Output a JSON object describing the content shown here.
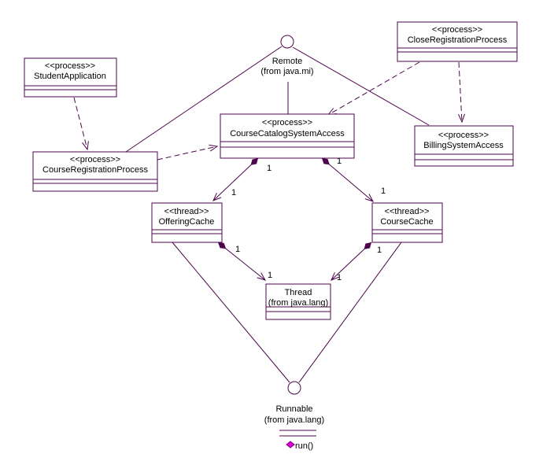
{
  "diagram": {
    "kind": "uml-process-view",
    "accent_color": "#4c054c",
    "operation_icon_color": "#dd00dd"
  },
  "nodes": [
    {
      "stereotype": "<<process>>",
      "name": "StudentApplication"
    },
    {
      "stereotype": "<<process>>",
      "name": "CourseRegistrationProcess"
    },
    {
      "stereotype": "<<process>>",
      "name": "CourseCatalogSystemAccess"
    },
    {
      "stereotype": "<<process>>",
      "name": "CloseRegistrationProcess"
    },
    {
      "stereotype": "<<process>>",
      "name": "BillingSystemAccess"
    },
    {
      "stereotype": "<<thread>>",
      "name": "OfferingCache"
    },
    {
      "stereotype": "<<thread>>",
      "name": "CourseCache"
    },
    {
      "name": "Thread",
      "package": "(from java.lang)"
    }
  ],
  "interfaces": [
    {
      "name": "Remote",
      "package": "(from java.mi)"
    },
    {
      "name": "Runnable",
      "package": "(from java.lang)",
      "operation": "run()"
    }
  ],
  "edges": {
    "dependencies": [
      {
        "source": "StudentApplication",
        "target": "CourseRegistrationProcess"
      },
      {
        "source": "CourseRegistrationProcess",
        "target": "CourseCatalogSystemAccess"
      },
      {
        "source": "CloseRegistrationProcess",
        "target": "CourseCatalogSystemAccess"
      },
      {
        "source": "CloseRegistrationProcess",
        "target": "BillingSystemAccess"
      }
    ],
    "associations": [
      {
        "source": "Remote",
        "target": "CourseRegistrationProcess"
      },
      {
        "source": "Remote",
        "target": "BillingSystemAccess"
      },
      {
        "source": "Remote",
        "target": "CourseCatalogSystemAccess"
      },
      {
        "source": "OfferingCache",
        "target": "Runnable"
      },
      {
        "source": "CourseCache",
        "target": "Runnable"
      }
    ],
    "compositions": [
      {
        "source": "CourseCatalogSystemAccess",
        "target": "OfferingCache",
        "source_mult": "1",
        "target_mult": "1"
      },
      {
        "source": "CourseCatalogSystemAccess",
        "target": "CourseCache",
        "source_mult": "1",
        "target_mult": "1"
      },
      {
        "source": "OfferingCache",
        "target": "Thread",
        "source_mult": "1",
        "target_mult": "1"
      },
      {
        "source": "CourseCache",
        "target": "Thread",
        "source_mult": "1",
        "target_mult": "1"
      }
    ]
  }
}
